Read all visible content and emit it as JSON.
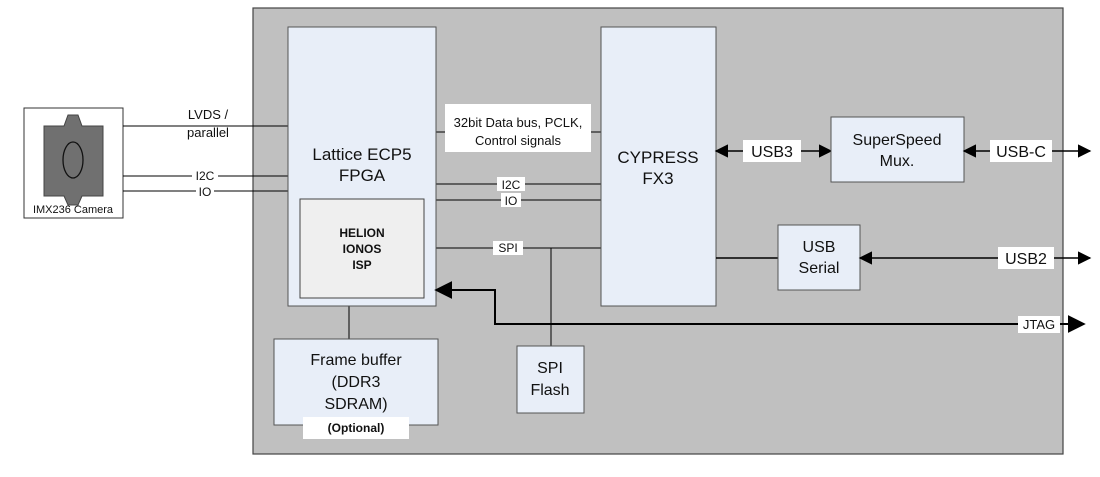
{
  "camera": {
    "label": "IMX236 Camera"
  },
  "fpga": {
    "line1": "Lattice ECP5",
    "line2": "FPGA"
  },
  "isp": {
    "line1": "HELION",
    "line2": "IONOS",
    "line3": "ISP"
  },
  "fx3": {
    "line1": "CYPRESS",
    "line2": "FX3"
  },
  "mux": {
    "line1": "SuperSpeed",
    "line2": "Mux."
  },
  "usb_serial": {
    "line1": "USB",
    "line2": "Serial"
  },
  "framebuffer": {
    "line1": "Frame buffer",
    "line2": "(DDR3",
    "line3": "SDRAM)",
    "note": "(Optional)"
  },
  "spi_flash": {
    "line1": "SPI",
    "line2": "Flash"
  },
  "signals": {
    "lvds_1": "LVDS /",
    "lvds_2": "parallel",
    "cam_i2c": "I2C",
    "cam_io": "IO",
    "databus_1": "32bit Data bus, PCLK,",
    "databus_2": "Control signals",
    "fx3_i2c": "I2C",
    "fx3_io": "IO",
    "spi": "SPI",
    "usb3": "USB3",
    "usbc": "USB-C",
    "usb2": "USB2",
    "jtag": "JTAG"
  },
  "colors": {
    "board": "#c0c0c0",
    "block": "#e8eef8",
    "isp": "#efefef",
    "line": "#000000",
    "camera_body": "#707070"
  }
}
